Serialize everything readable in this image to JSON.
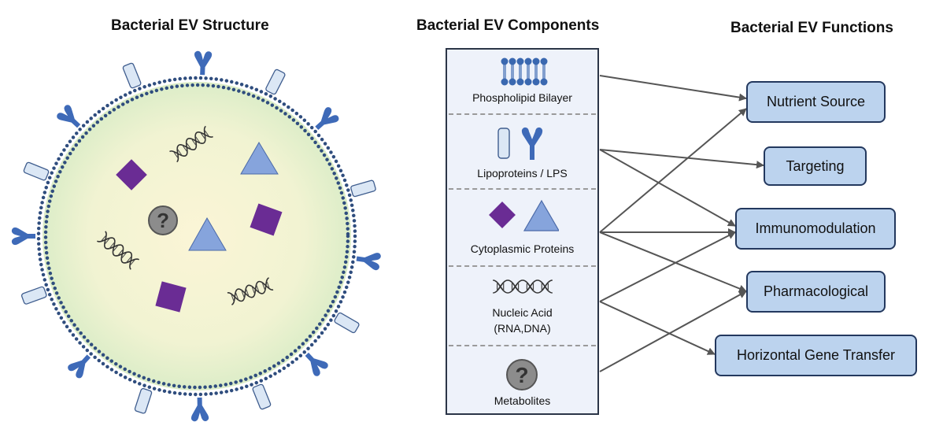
{
  "headings": {
    "structure": "Bacterial EV Structure",
    "components": "Bacterial EV Components",
    "functions": "Bacterial EV Functions"
  },
  "components": [
    {
      "label": "Phospholipid Bilayer",
      "icon": "phospholipid-bilayer-icon"
    },
    {
      "label": "Lipoproteins / LPS",
      "icon": "lipoprotein-lps-icon"
    },
    {
      "label": "Cytoplasmic Proteins",
      "icon": "protein-shapes-icon"
    },
    {
      "label": "Nucleic Acid",
      "label2": "(RNA,DNA)",
      "icon": "dna-helix-icon"
    },
    {
      "label": "Metabolites",
      "icon": "question-mark-icon"
    }
  ],
  "functions": [
    {
      "label": "Nutrient Source"
    },
    {
      "label": "Targeting"
    },
    {
      "label": "Immunomodulation"
    },
    {
      "label": "Pharmacological"
    },
    {
      "label": "Horizontal Gene Transfer"
    }
  ],
  "links": [
    [
      "Phospholipid Bilayer",
      "Nutrient Source"
    ],
    [
      "Lipoproteins / LPS",
      "Targeting"
    ],
    [
      "Lipoproteins / LPS",
      "Immunomodulation"
    ],
    [
      "Cytoplasmic Proteins",
      "Nutrient Source"
    ],
    [
      "Cytoplasmic Proteins",
      "Immunomodulation"
    ],
    [
      "Cytoplasmic Proteins",
      "Pharmacological"
    ],
    [
      "Nucleic Acid",
      "Immunomodulation"
    ],
    [
      "Nucleic Acid",
      "Horizontal Gene Transfer"
    ],
    [
      "Metabolites",
      "Pharmacological"
    ]
  ],
  "colors": {
    "membrane": "#2f4d7e",
    "lps": "#3e6ab8",
    "lipoprotein_fill": "#dbe7f5",
    "protein_square": "#6a2c94",
    "protein_triangle": "#86a4dc",
    "metabolite": "#8c8c8c",
    "function_box": "#bcd3ee",
    "function_border": "#23385e",
    "arrow": "#555555"
  }
}
